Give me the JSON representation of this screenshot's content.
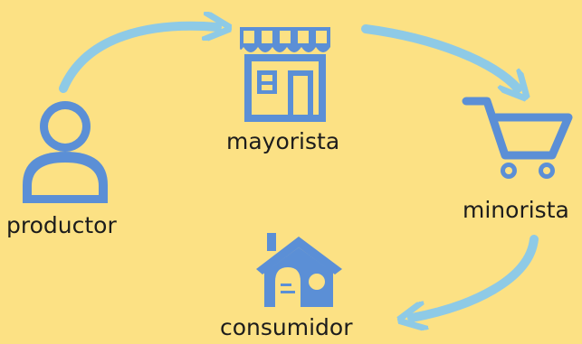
{
  "nodes": {
    "productor": {
      "label": "productor",
      "icon": "person-icon"
    },
    "mayorista": {
      "label": "mayorista",
      "icon": "store-icon"
    },
    "minorista": {
      "label": "minorista",
      "icon": "shopping-cart-icon"
    },
    "consumidor": {
      "label": "consumidor",
      "icon": "home-icon"
    }
  },
  "colors": {
    "background": "#fce184",
    "icon": "#5b8fd6",
    "arrow": "#8ecae6",
    "text": "#1c1c1c"
  }
}
